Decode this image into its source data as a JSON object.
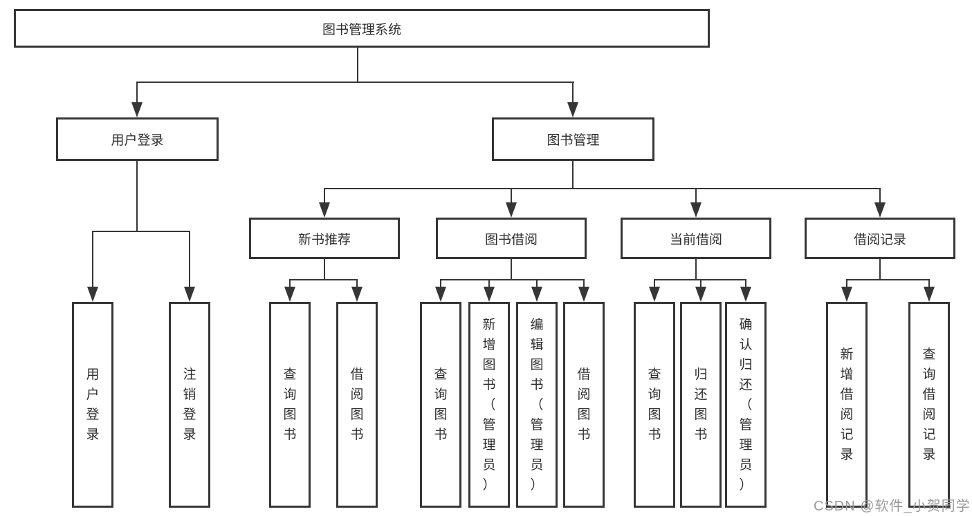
{
  "diagram": {
    "root": {
      "label": "图书管理系统"
    },
    "level2": [
      {
        "label": "用户登录"
      },
      {
        "label": "图书管理"
      }
    ],
    "level3": [
      {
        "label": "新书推荐"
      },
      {
        "label": "图书借阅"
      },
      {
        "label": "当前借阅"
      },
      {
        "label": "借阅记录"
      }
    ],
    "leaves": {
      "user_login": [
        "用户登录",
        "注销登录"
      ],
      "new_book_recommend": [
        "查询图书",
        "借阅图书"
      ],
      "book_borrow": [
        "查询图书",
        "新增图书（管理员）",
        "编辑图书（管理员）",
        "借阅图书"
      ],
      "current_borrow": [
        "查询图书",
        "归还图书",
        "确认归还（管理员）"
      ],
      "borrow_record": [
        "新增借阅记录",
        "查询借阅记录"
      ]
    }
  },
  "watermark": {
    "text": "CSDN @软件_小贺同学",
    "color": "#9a9a9a"
  },
  "colors": {
    "line": "#363636",
    "border": "#363636",
    "text": "#2e2e2e",
    "background": "#ffffff"
  }
}
